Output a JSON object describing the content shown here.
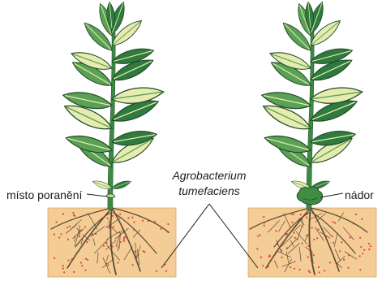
{
  "labels": {
    "wound_site": "místo poranění",
    "bacterium_line1": "Agrobacterium",
    "bacterium_line2": "tumefaciens",
    "tumor": "nádor"
  },
  "colors": {
    "soil": "#f4cc96",
    "soil_edge": "#d9a868",
    "bacteria_dots": "#e0453a",
    "root": "#5e4a32",
    "leaf_dark": "#2f7a3e",
    "leaf_mid": "#5aa055",
    "leaf_light": "#e6ecb0",
    "stem": "#3d8a44",
    "gall": "#3f8c45"
  },
  "icons": {
    "left_plant": "healthy-plant-with-wound",
    "right_plant": "plant-with-crown-gall-tumor"
  }
}
